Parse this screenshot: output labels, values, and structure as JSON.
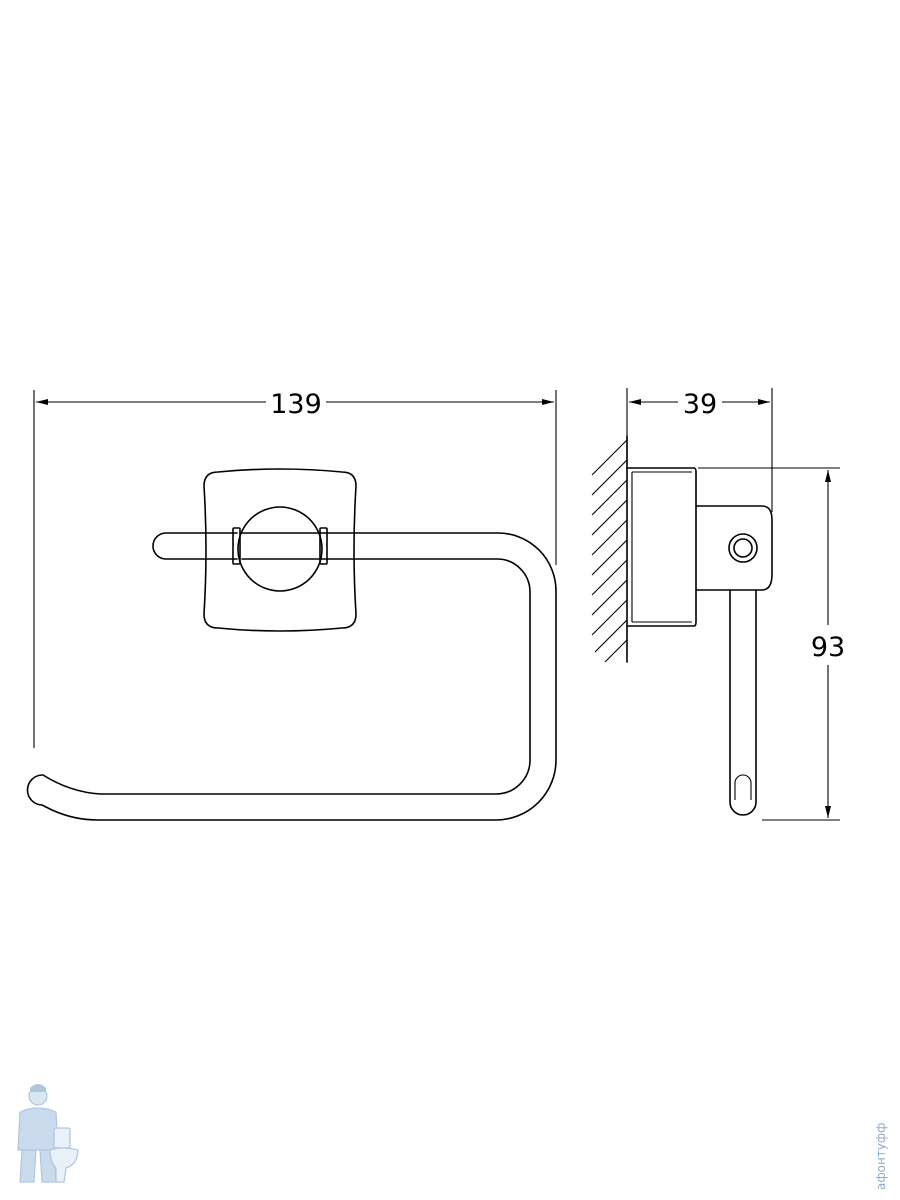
{
  "dimensions": {
    "width": "139",
    "depth": "39",
    "height": "93"
  },
  "watermark": {
    "text": "афонтуфф"
  },
  "colors": {
    "line": "#000000",
    "watermark": "#8aaed0"
  }
}
